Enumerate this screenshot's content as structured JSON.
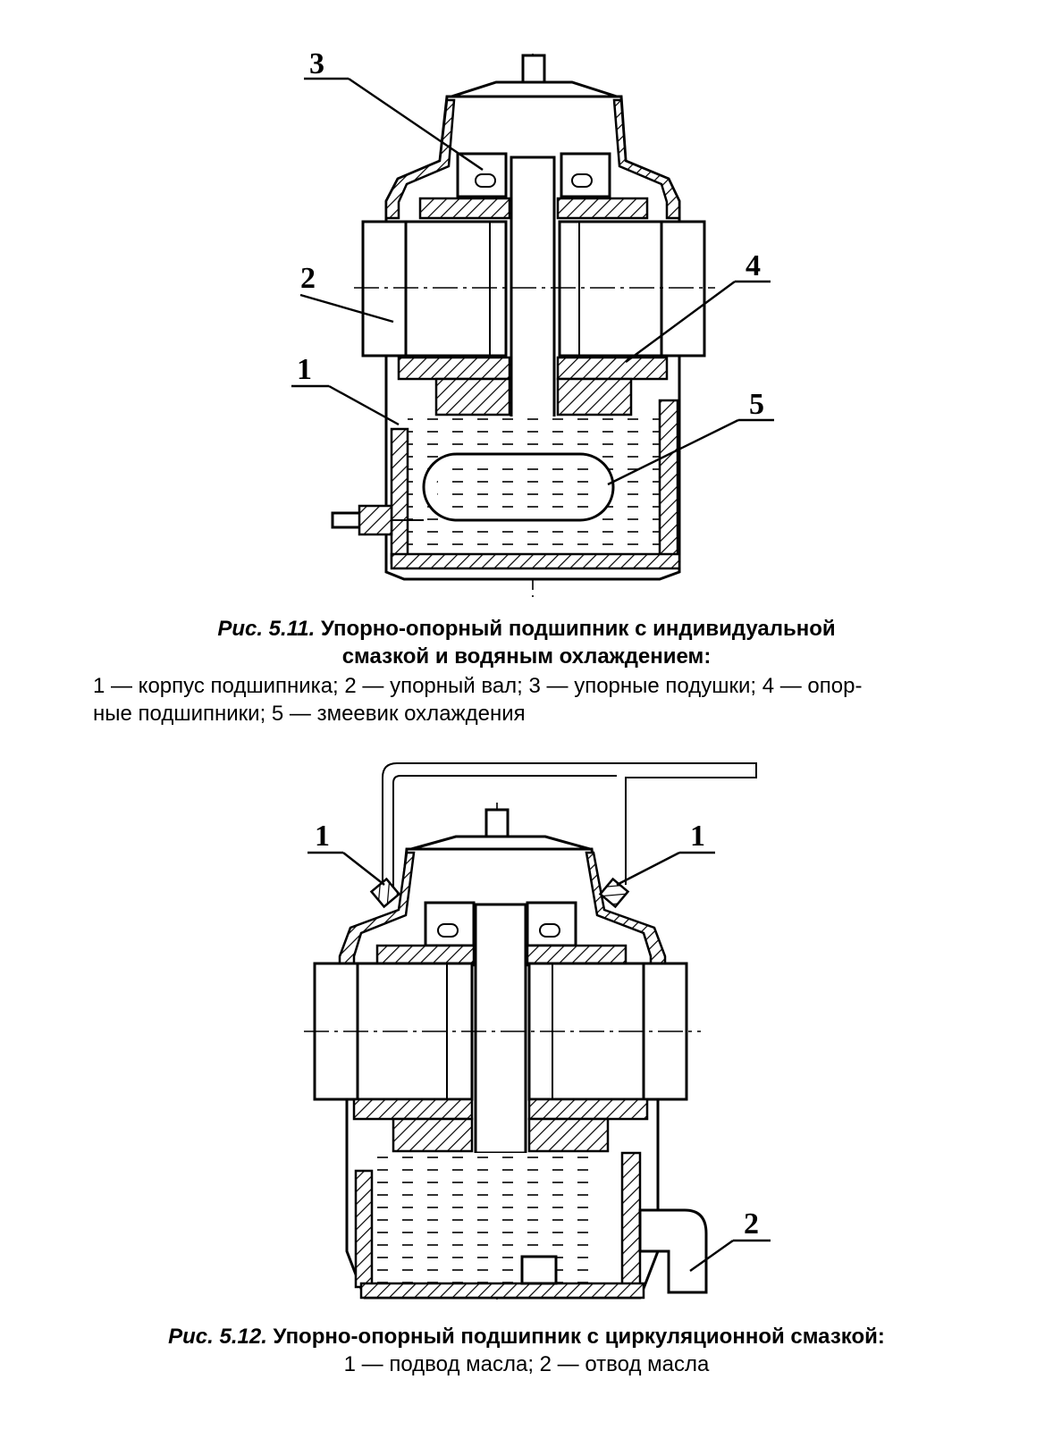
{
  "figure1": {
    "labels": {
      "l1": "1",
      "l2": "2",
      "l3": "3",
      "l4": "4",
      "l5": "5"
    },
    "caption_prefix": "Рис. 5.11.",
    "caption_title_line1": "Упорно-опорный подшипник с индивидуальной",
    "caption_title_line2": "смазкой и водяным охлаждением:",
    "legend_line1": "1 — корпус подшипника; 2 — упорный вал; 3 — упорные подушки; 4 — опор-",
    "legend_line2": "ные подшипники; 5 — змеевик охлаждения"
  },
  "figure2": {
    "labels": {
      "l1a": "1",
      "l1b": "1",
      "l2": "2"
    },
    "caption_prefix": "Рис. 5.12.",
    "caption_title": "Упорно-опорный подшипник с циркуляционной смазкой:",
    "legend_line1": "1 — подвод масла; 2 — отвод масла"
  }
}
